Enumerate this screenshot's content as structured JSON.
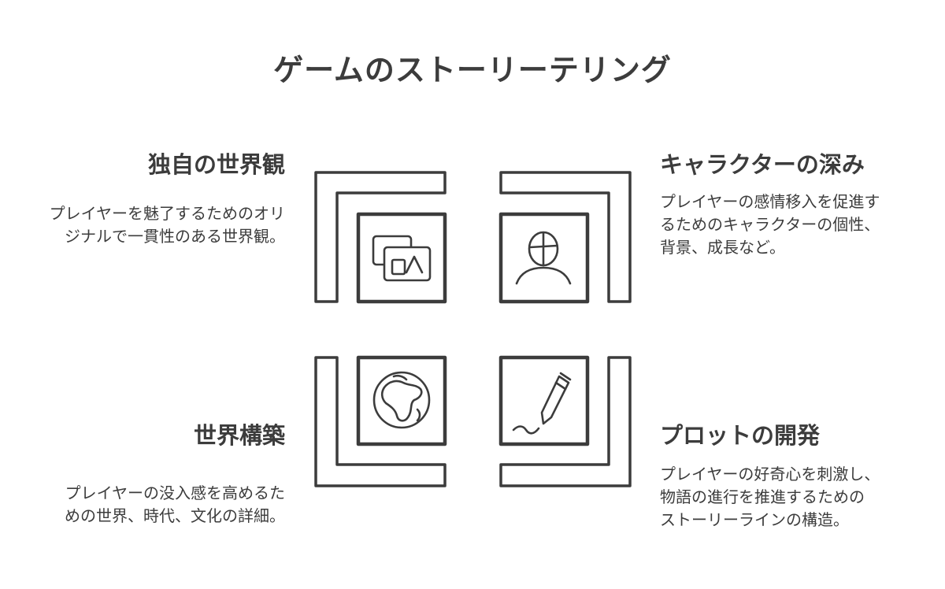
{
  "title": "ゲームのストーリーテリング",
  "quadrants": {
    "top_left": {
      "heading": "独自の世界観",
      "desc_line1": "プレイヤーを魅了するためのオリ",
      "desc_line2": "ジナルで一貫性のある世界観。",
      "icon": "images-icon"
    },
    "top_right": {
      "heading": "キャラクターの深み",
      "desc_line1": "プレイヤーの感情移入を促進す",
      "desc_line2": "るためのキャラクターの個性、",
      "desc_line3": "背景、成長など。",
      "icon": "character-icon"
    },
    "bottom_left": {
      "heading": "世界構築",
      "desc_line1": "プレイヤーの没入感を高めるた",
      "desc_line2": "めの世界、時代、文化の詳細。",
      "icon": "globe-icon"
    },
    "bottom_right": {
      "heading": "プロットの開発",
      "desc_line1": "プレイヤーの好奇心を刺激し、",
      "desc_line2": "物語の進行を推進するための",
      "desc_line3": "ストーリーラインの構造。",
      "icon": "pen-icon"
    }
  },
  "colors": {
    "ink": "#3c3c3c",
    "background": "#ffffff"
  }
}
